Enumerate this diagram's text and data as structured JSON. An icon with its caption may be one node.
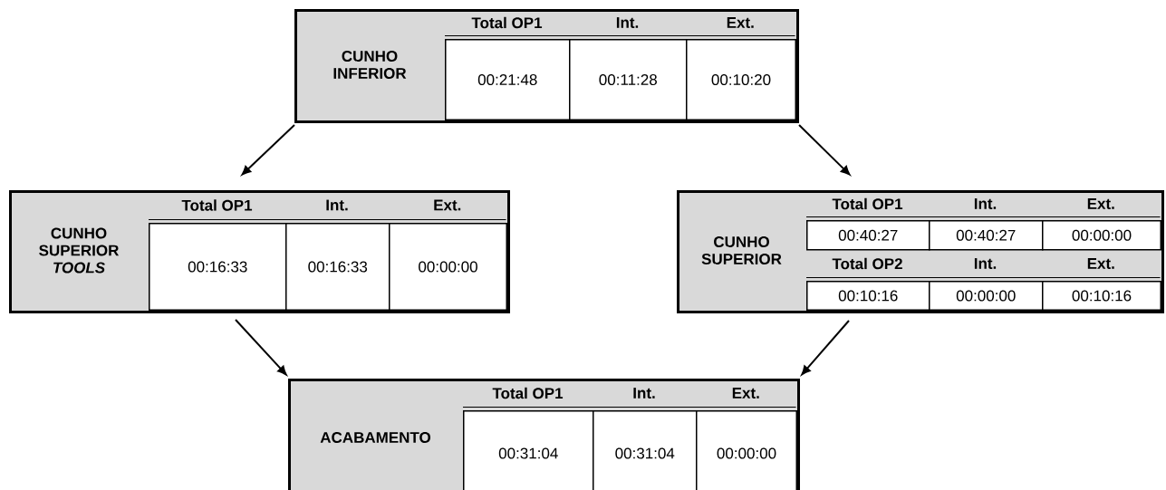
{
  "diagram": {
    "nodes": [
      {
        "text": [
          "CUNHO INFERIOR",
          "Total OP1",
          "Int.",
          "Ext.",
          "00:21:48",
          "00:11:28",
          "00:10:20"
        ]
      },
      {
        "text": [
          "CUNHO SUPERIOR *TOOLS*",
          "Total OP1",
          "Int.",
          "Ext.",
          "00:16:33",
          "00:16:33",
          "00:00:00"
        ]
      },
      {
        "text": [
          "CUNHO SUPERIOR",
          "Total OP1",
          "Int.",
          "Ext.",
          "00:40:27",
          "00:40:27",
          "00:00:00",
          "Total OP2",
          "Int.",
          "Ext.",
          "00:10:16",
          "00:00:00",
          "00:10:16"
        ]
      },
      {
        "text": [
          "ACABAMENTO",
          "Total OP1",
          "Int.",
          "Ext.",
          "00:31:04",
          "00:31:04",
          "00:00:00"
        ]
      }
    ],
    "edges": [
      {
        "from": 0,
        "to": 1,
        "arrow": "to"
      },
      {
        "from": 0,
        "to": 2,
        "arrow": "to"
      },
      {
        "from": 1,
        "to": 3,
        "arrow": "to"
      },
      {
        "from": 2,
        "to": 3,
        "arrow": "to"
      }
    ]
  }
}
